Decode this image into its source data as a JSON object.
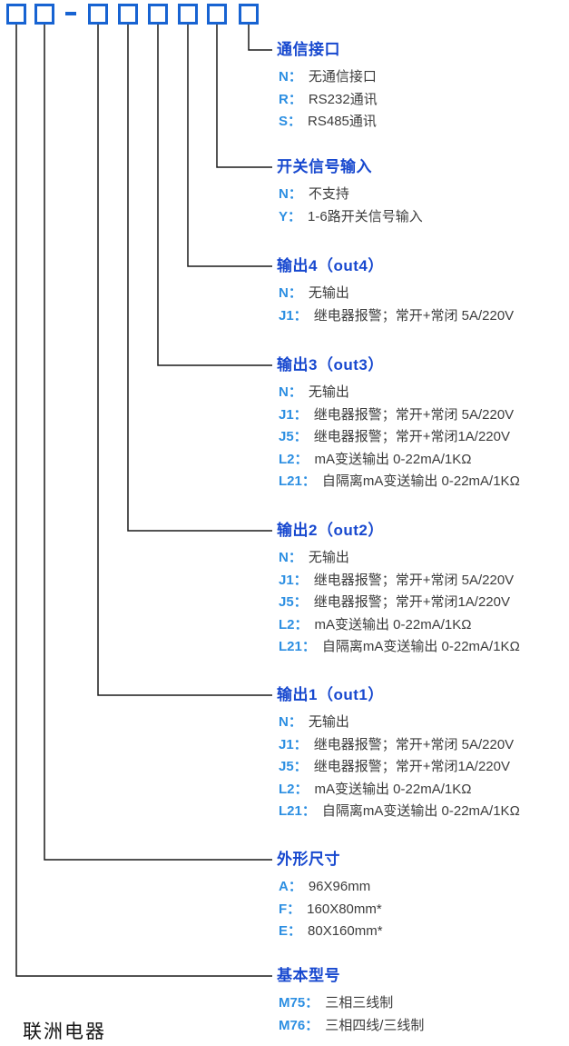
{
  "brand": {
    "name": "联洲电器"
  },
  "model_code": {
    "separator": "—",
    "box_total": 8,
    "prefix_boxes": 2,
    "suffix_boxes": 6
  },
  "colors": {
    "box_border_blue": "#1763d2",
    "title_blue": "#1748cf",
    "key_blue": "#2d8fe2",
    "text_dark": "#3c3c3c",
    "line_black": "#1a1a1a"
  },
  "sections": [
    {
      "title": "通信接口",
      "options": [
        {
          "key": "N：",
          "text": "无通信接口"
        },
        {
          "key": "R：",
          "text": "RS232通讯"
        },
        {
          "key": "S：",
          "text": "RS485通讯"
        }
      ]
    },
    {
      "title": "开关信号输入",
      "options": [
        {
          "key": "N：",
          "text": "不支持"
        },
        {
          "key": "Y：",
          "text": "1-6路开关信号输入"
        }
      ]
    },
    {
      "title": "输出4（out4）",
      "options": [
        {
          "key": "N：",
          "text": "无输出"
        },
        {
          "key": "J1：",
          "text": "继电器报警；常开+常闭 5A/220V"
        }
      ]
    },
    {
      "title": "输出3（out3）",
      "options": [
        {
          "key": "N：",
          "text": "无输出"
        },
        {
          "key": "J1：",
          "text": "继电器报警；常开+常闭 5A/220V"
        },
        {
          "key": "J5：",
          "text": "继电器报警；常开+常闭1A/220V"
        },
        {
          "key": "L2：",
          "text": "mA变送输出 0-22mA/1KΩ"
        },
        {
          "key": "L21：",
          "text": "自隔离mA变送输出 0-22mA/1KΩ"
        }
      ]
    },
    {
      "title": "输出2（out2）",
      "options": [
        {
          "key": "N：",
          "text": "无输出"
        },
        {
          "key": "J1：",
          "text": "继电器报警；常开+常闭 5A/220V"
        },
        {
          "key": "J5：",
          "text": "继电器报警；常开+常闭1A/220V"
        },
        {
          "key": "L2：",
          "text": "mA变送输出 0-22mA/1KΩ"
        },
        {
          "key": "L21：",
          "text": "自隔离mA变送输出 0-22mA/1KΩ"
        }
      ]
    },
    {
      "title": "输出1（out1）",
      "options": [
        {
          "key": "N：",
          "text": "无输出"
        },
        {
          "key": "J1：",
          "text": "继电器报警；常开+常闭 5A/220V"
        },
        {
          "key": "J5：",
          "text": "继电器报警；常开+常闭1A/220V"
        },
        {
          "key": "L2：",
          "text": "mA变送输出 0-22mA/1KΩ"
        },
        {
          "key": "L21：",
          "text": "自隔离mA变送输出 0-22mA/1KΩ"
        }
      ]
    },
    {
      "title": "外形尺寸",
      "options": [
        {
          "key": "A：",
          "text": "96X96mm"
        },
        {
          "key": "F：",
          "text": "160X80mm*"
        },
        {
          "key": "E：",
          "text": "80X160mm*"
        }
      ]
    },
    {
      "title": "基本型号",
      "options": [
        {
          "key": "M75：",
          "text": "三相三线制"
        },
        {
          "key": "M76：",
          "text": "三相四线/三线制"
        }
      ]
    }
  ]
}
